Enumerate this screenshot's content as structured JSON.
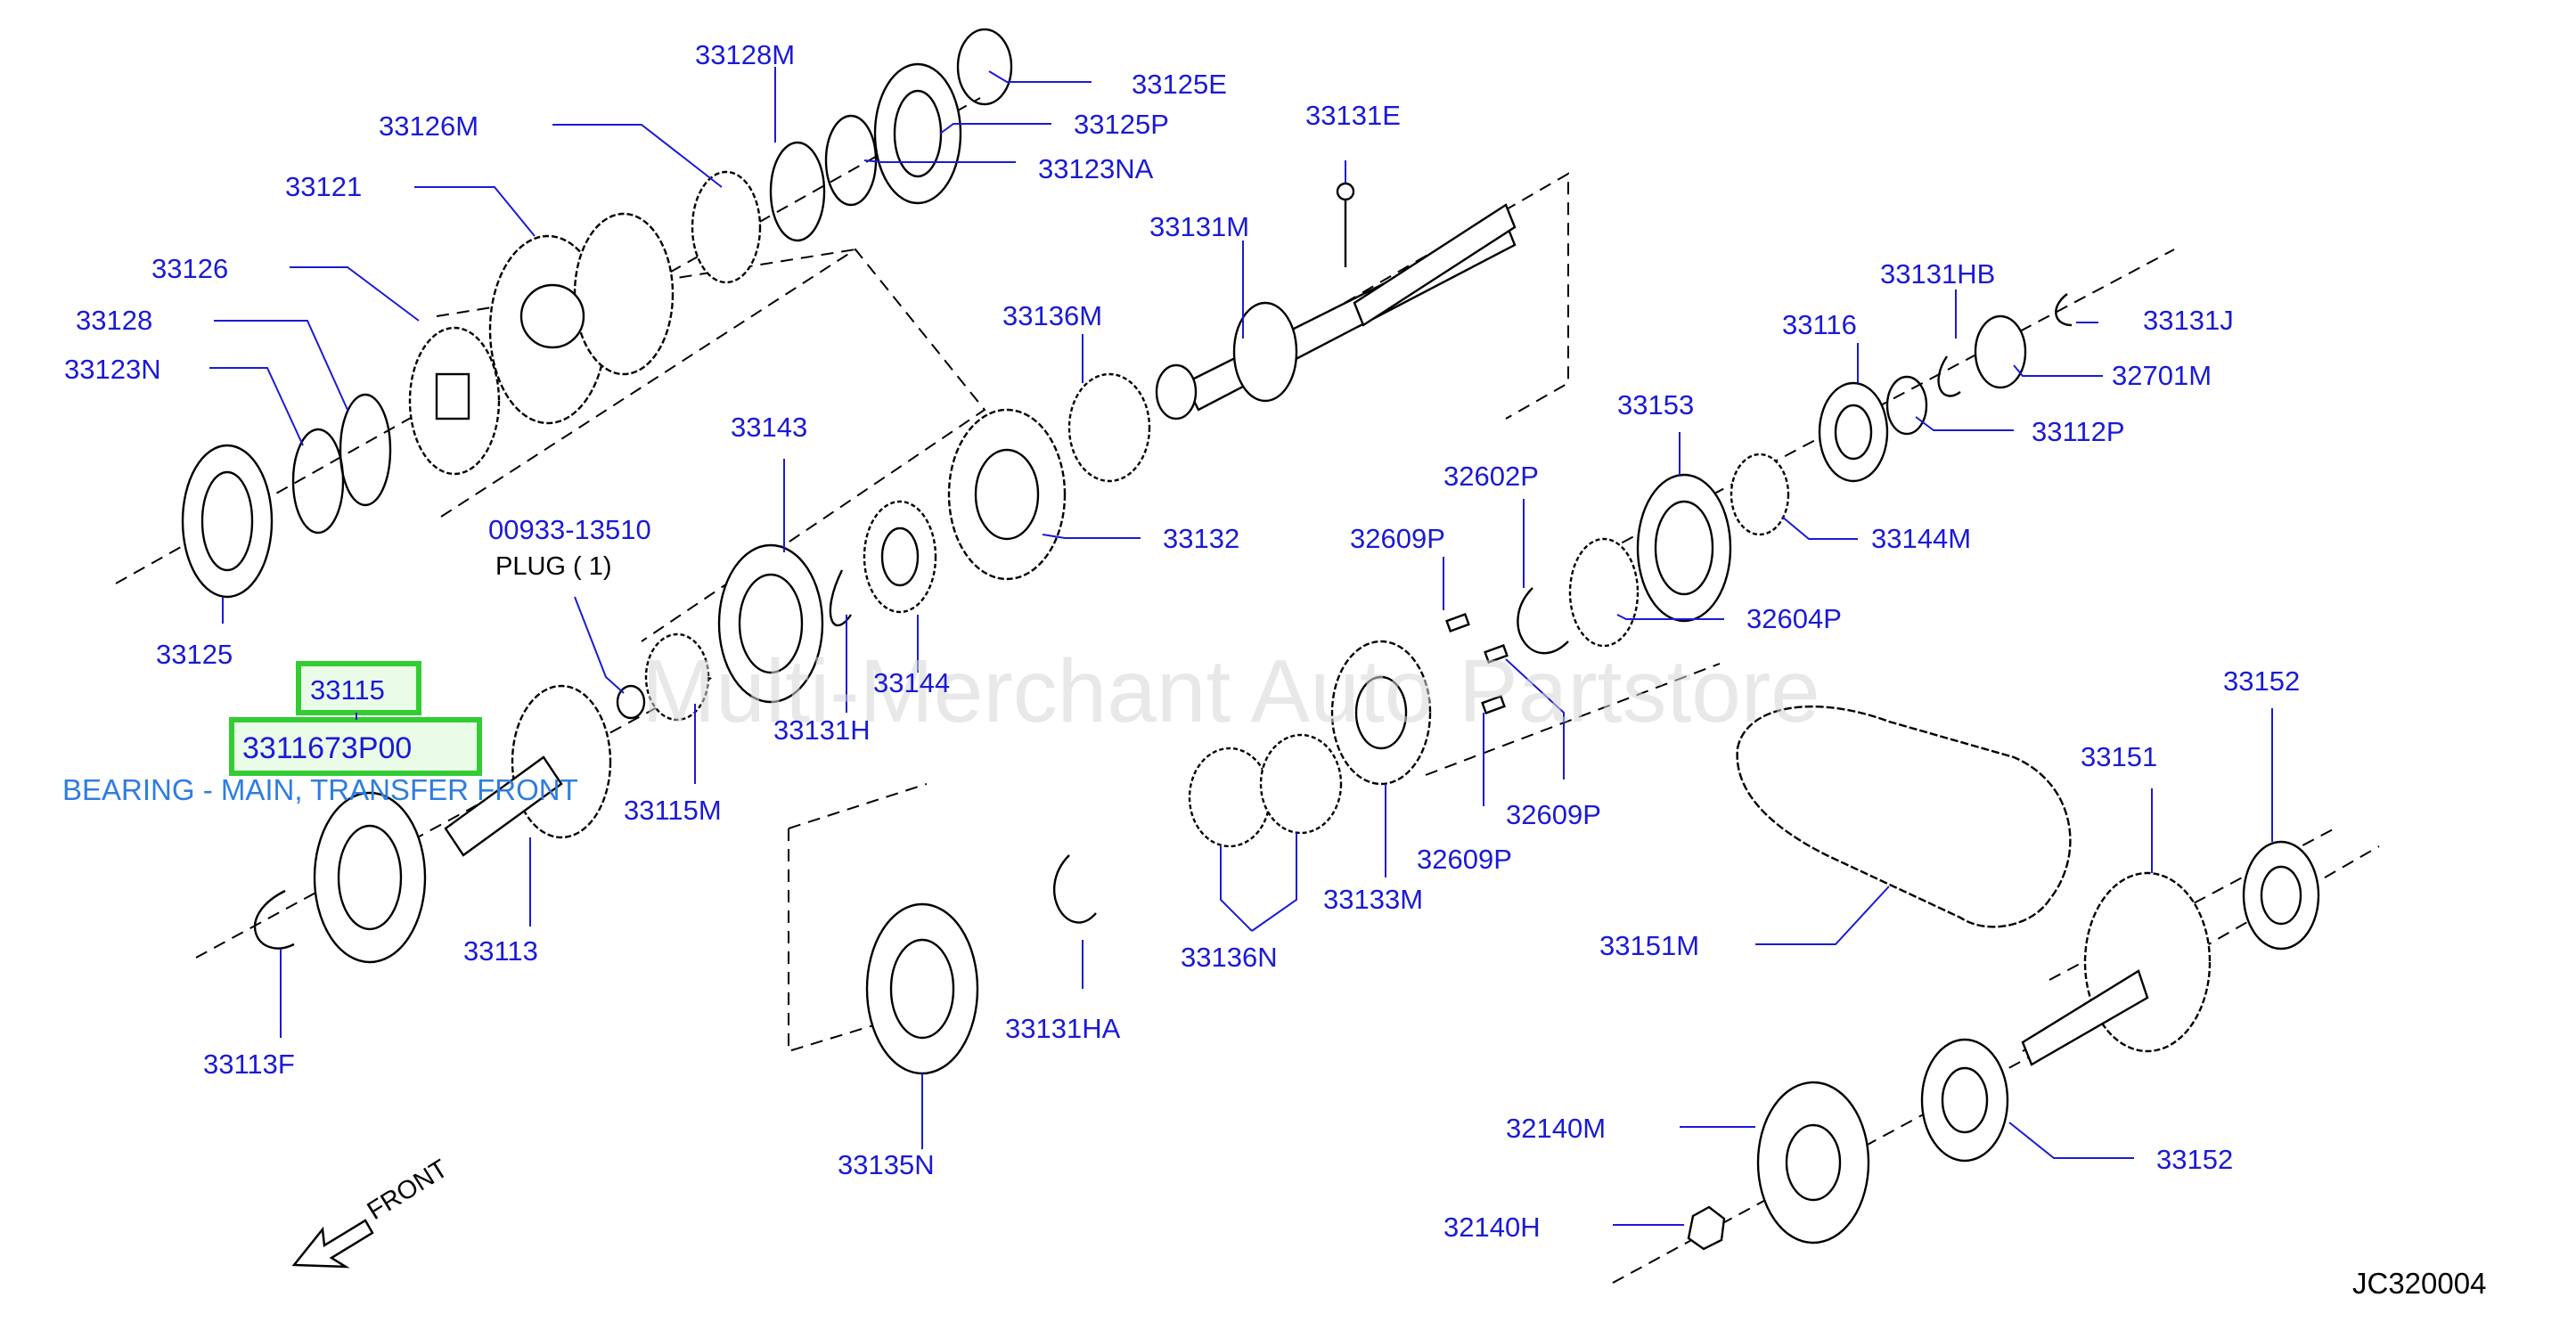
{
  "watermark": "Multi-Merchant Auto Partstore",
  "diagram_code": "JC320004",
  "front_label": "FRONT",
  "plug_label": "PLUG ( 1)",
  "highlight": {
    "ref": "33115",
    "part_number": "3311673P00",
    "description": "BEARING - MAIN, TRANSFER FRONT"
  },
  "labels": {
    "l33128M": "33128M",
    "l33125E": "33125E",
    "l33125P": "33125P",
    "l33123NA": "33123NA",
    "l33126M": "33126M",
    "l33121": "33121",
    "l33126": "33126",
    "l33128": "33128",
    "l33123N": "33123N",
    "l33125": "33125",
    "l33131E": "33131E",
    "l33131M": "33131M",
    "l33136M": "33136M",
    "l33143": "33143",
    "l33132": "33132",
    "l00933": "00933-13510",
    "l33144": "33144",
    "l33131H": "33131H",
    "l33115M": "33115M",
    "l33113": "33113",
    "l33113F": "33113F",
    "l33131HB": "33131HB",
    "l33131J": "33131J",
    "l33116": "33116",
    "l32701M": "32701M",
    "l33153": "33153",
    "l33112P": "33112P",
    "l32602P": "32602P",
    "l32609P_a": "32609P",
    "l33144M": "33144M",
    "l32604P": "32604P",
    "l32609P_b": "32609P",
    "l32609P_c": "32609P",
    "l33133M": "33133M",
    "l33136N": "33136N",
    "l33152_a": "33152",
    "l33151": "33151",
    "l33151M": "33151M",
    "l33131HA": "33131HA",
    "l33135N": "33135N",
    "l32140M": "32140M",
    "l33152_b": "33152",
    "l32140H": "32140H"
  }
}
